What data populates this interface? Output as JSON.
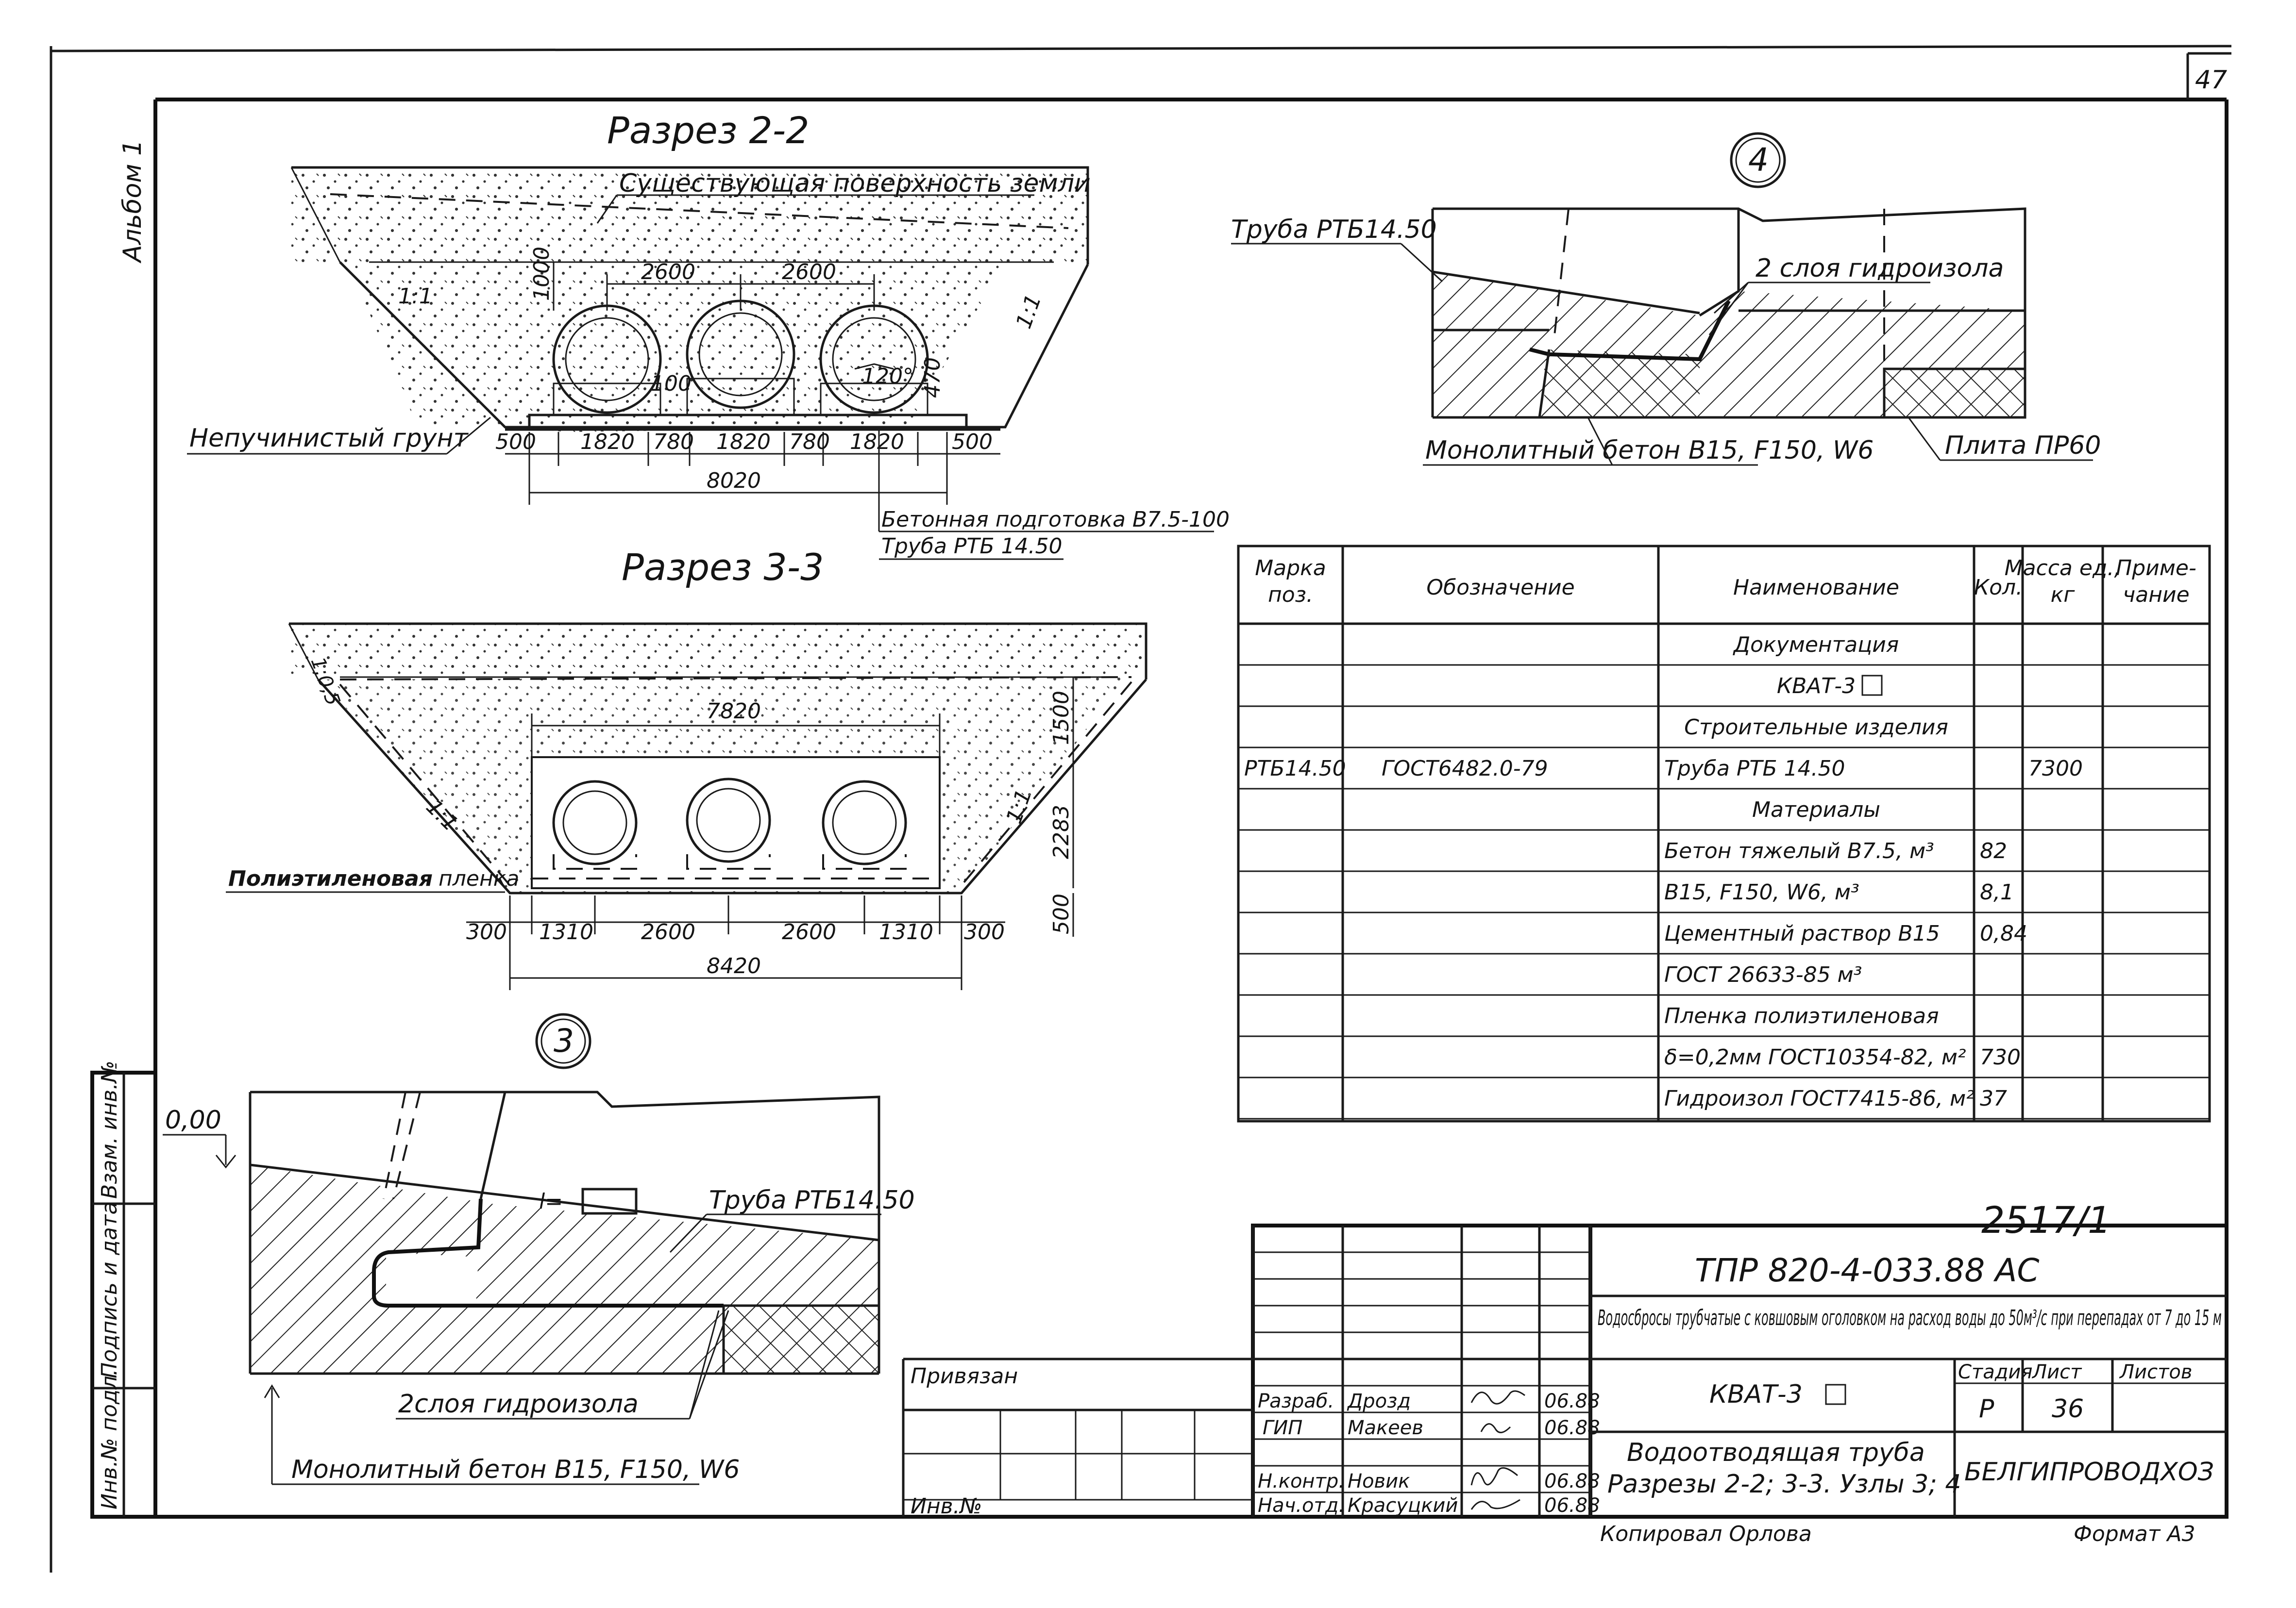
{
  "sheet_number": "47",
  "album_label": "Альбом 1",
  "section_2_2": {
    "title": "Разрез 2-2",
    "ground_label": "Существующая поверхность земли",
    "soil_label": "Непучинистый грунт",
    "bedding_label": "Бетонная подготовка В7.5-100",
    "pipe_label": "Труба РТБ 14.50",
    "slope_left": "1:1",
    "slope_right": "1:1",
    "dims_top": [
      "2600",
      "2600"
    ],
    "dim_height": "1000",
    "dim_100": "100",
    "dim_470": "470",
    "angle": "120°",
    "dims_bottom": [
      "500",
      "1820",
      "780",
      "1820",
      "780",
      "1820",
      "500"
    ],
    "dim_total": "8020"
  },
  "section_3_3": {
    "title": "Разрез 3-3",
    "film_label_bold": "Полиэтиленовая",
    "film_label_rest": "пленка",
    "dim_width_top": "7820",
    "dim_1500": "1500",
    "dim_2283": "2283",
    "dim_500": "500",
    "dim_left_corner": "1:0,5",
    "slope_left": "1:1",
    "slope_right": "1:1",
    "dims_bottom": [
      "300",
      "1310",
      "2600",
      "2600",
      "1310",
      "300"
    ],
    "dim_total": "8420"
  },
  "node_4": {
    "number": "4",
    "pipe_label": "Труба РТБ14.50",
    "hydro_label": "2 слоя гидроизола",
    "concrete_label": "Монолитный бетон В15, F150, W6",
    "plate_label": "Плита ПР60"
  },
  "node_3": {
    "number": "3",
    "level": "0,00",
    "pipe_label": "Труба РТБ14.50",
    "hydro_label": "2слоя гидроизола",
    "concrete_label": "Монолитный бетон В15, F150, W6",
    "l_mark": "l="
  },
  "spec_table": {
    "headers": [
      "Марка поз.",
      "Обозначение",
      "Наименование",
      "Кол.",
      "Масса ед., кг",
      "Приме- чание"
    ],
    "rows": [
      [
        "",
        "",
        "Документация",
        "",
        "",
        ""
      ],
      [
        "",
        "",
        "КВАТ-3",
        "",
        "",
        ""
      ],
      [
        "",
        "",
        "Строительные изделия",
        "",
        "",
        ""
      ],
      [
        "РТБ14.50",
        "ГОСТ6482.0-79",
        "Труба РТБ 14.50",
        "",
        "7300",
        ""
      ],
      [
        "",
        "",
        "Материалы",
        "",
        "",
        ""
      ],
      [
        "",
        "",
        "Бетон тяжелый В7.5, м³",
        "82",
        "",
        ""
      ],
      [
        "",
        "",
        "В15, F150, W6,          м³",
        "8,1",
        "",
        ""
      ],
      [
        "",
        "",
        "Цементный раствор В15",
        "0,84",
        "",
        ""
      ],
      [
        "",
        "",
        "ГОСТ 26633-85          м³",
        "",
        "",
        ""
      ],
      [
        "",
        "",
        "Пленка полиэтиленовая",
        "",
        "",
        ""
      ],
      [
        "",
        "",
        "δ=0,2мм ГОСТ10354-82, м²",
        "730",
        "",
        ""
      ],
      [
        "",
        "",
        "Гидроизол ГОСТ7415-86, м²",
        "37",
        "",
        ""
      ]
    ]
  },
  "handwritten_number": "2517/1",
  "title_block": {
    "code": "ТПР 820-4-033.88    АС",
    "project": "Водосбросы трубчатые с ковшовым оголовком на расход воды до 50м³/с при перепадах от 7 до 15 м",
    "privyazan": "Привязан",
    "inv_no": "Инв.№",
    "roles": [
      {
        "role": "Разраб.",
        "name": "Дрозд",
        "date": "06.88"
      },
      {
        "role": "ГИП",
        "name": "Макеев",
        "date": "06.88"
      },
      {
        "role": "Н.контр.",
        "name": "Новик",
        "date": "06.88"
      },
      {
        "role": "Нач.отд.",
        "name": "Красуцкий",
        "date": "06.88"
      }
    ],
    "kvat": "КВАТ-3",
    "stage_label": "Стадия",
    "sheet_label": "Лист",
    "sheets_label": "Листов",
    "stage": "Р",
    "sheet": "36",
    "sheets": "",
    "drawing_name_1": "Водоотводящая труба",
    "drawing_name_2": "Разрезы 2-2; 3-3. Узлы 3; 4",
    "organization": "БЕЛГИПРОВОДХОЗ",
    "copied": "Копировал Орлова",
    "format": "Формат А3"
  },
  "side_stamp": [
    "Инв.№ подл.",
    "Подпись и дата",
    "Взам. инв.№"
  ]
}
